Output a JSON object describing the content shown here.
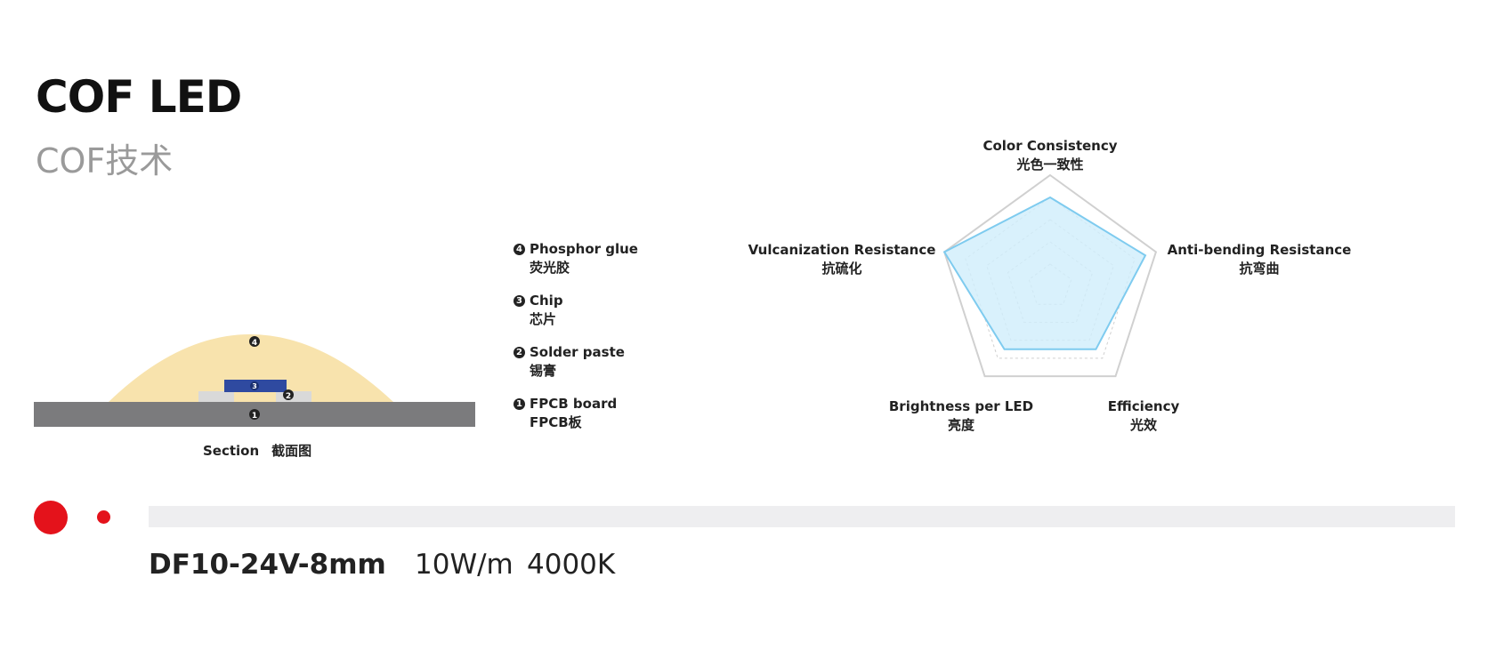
{
  "header": {
    "title": "COF LED",
    "subtitle": "COF技术"
  },
  "section_diagram": {
    "caption_en": "Section",
    "caption_cn": "截面图",
    "markers": [
      "4",
      "3",
      "2",
      "1"
    ],
    "colors": {
      "dome": "#f8e3ad",
      "board": "#7b7b7d",
      "chip": "#2f4aa0",
      "solder": "#d9d9d9"
    }
  },
  "legend": [
    {
      "num": "4",
      "en": "Phosphor glue",
      "cn": "荧光胶"
    },
    {
      "num": "3",
      "en": "Chip",
      "cn": "芯片"
    },
    {
      "num": "2",
      "en": "Solder paste",
      "cn": "锡膏"
    },
    {
      "num": "1",
      "en": "FPCB board",
      "cn": "FPCB板"
    }
  ],
  "radar": {
    "axes": [
      {
        "en": "Color Consistency",
        "cn": "光色一致性"
      },
      {
        "en": "Anti-bending Resistance",
        "cn": "抗弯曲"
      },
      {
        "en": "Efficiency",
        "cn": "光效"
      },
      {
        "en": "Brightness per LED",
        "cn": "亮度"
      },
      {
        "en": "Vulcanization Resistance",
        "cn": "抗硫化"
      }
    ],
    "values": [
      0.8,
      0.9,
      0.7,
      0.7,
      1.0
    ],
    "levels": 5,
    "colors": {
      "fill": "#cfeefb",
      "stroke": "#7ecbef",
      "grid": "#d0d0d0"
    }
  },
  "footer": {
    "model": "DF10-24V-8mm",
    "power": "10W/m",
    "cct": "4000K",
    "accent": "#e4121b"
  }
}
